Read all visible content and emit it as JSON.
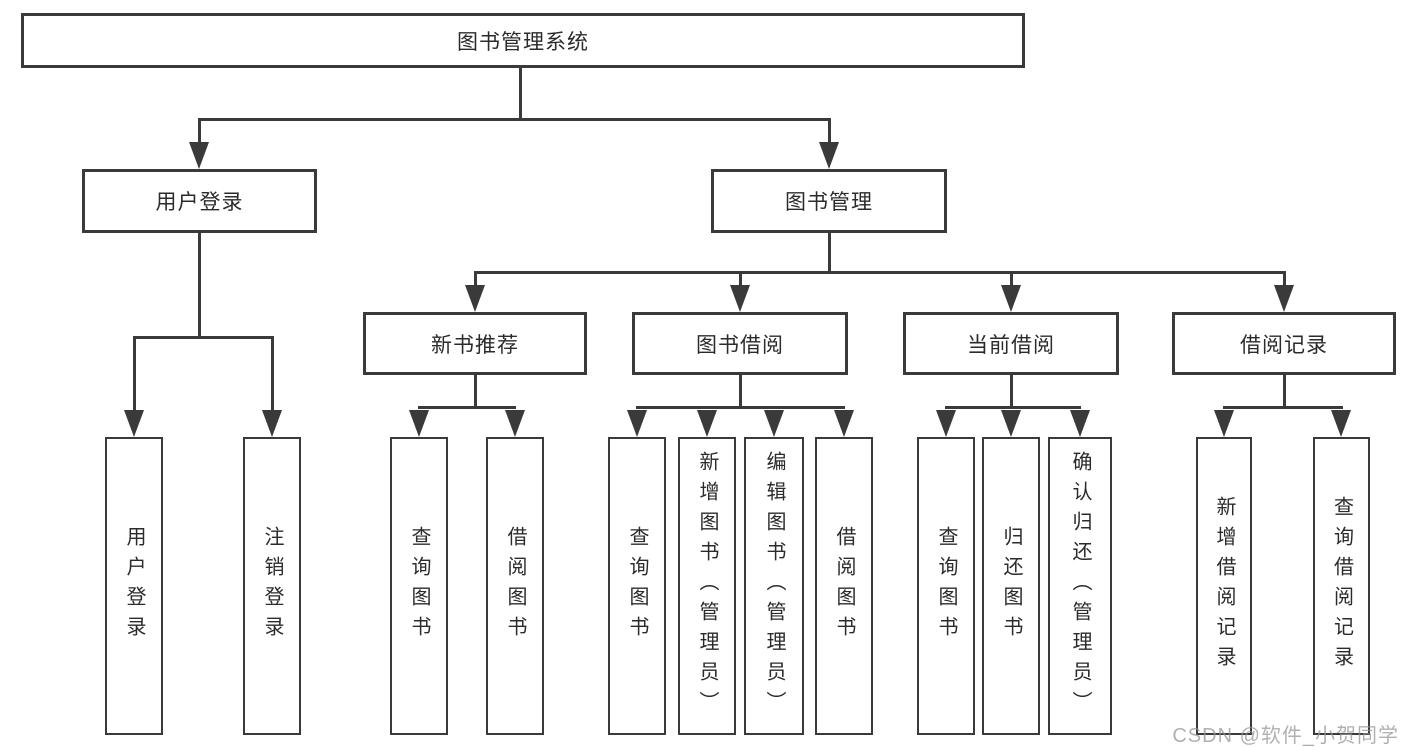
{
  "tree": {
    "label": "图书管理系统",
    "children": [
      {
        "label": "用户登录",
        "children": [
          {
            "label": "用户登录"
          },
          {
            "label": "注销登录"
          }
        ]
      },
      {
        "label": "图书管理",
        "children": [
          {
            "label": "新书推荐",
            "children": [
              {
                "label": "查询图书"
              },
              {
                "label": "借阅图书"
              }
            ]
          },
          {
            "label": "图书借阅",
            "children": [
              {
                "label": "查询图书"
              },
              {
                "label": "新增图书（管理员）"
              },
              {
                "label": "编辑图书（管理员）"
              },
              {
                "label": "借阅图书"
              }
            ]
          },
          {
            "label": "当前借阅",
            "children": [
              {
                "label": "查询图书"
              },
              {
                "label": "归还图书"
              },
              {
                "label": "确认归还（管理员）"
              }
            ]
          },
          {
            "label": "借阅记录",
            "children": [
              {
                "label": "新增借阅记录"
              },
              {
                "label": "查询借阅记录"
              }
            ]
          }
        ]
      }
    ]
  },
  "watermark": "CSDN @软件_小贺同学",
  "colors": {
    "line": "#3a3a3a",
    "text": "#2b2b2b",
    "bg": "#ffffff"
  }
}
